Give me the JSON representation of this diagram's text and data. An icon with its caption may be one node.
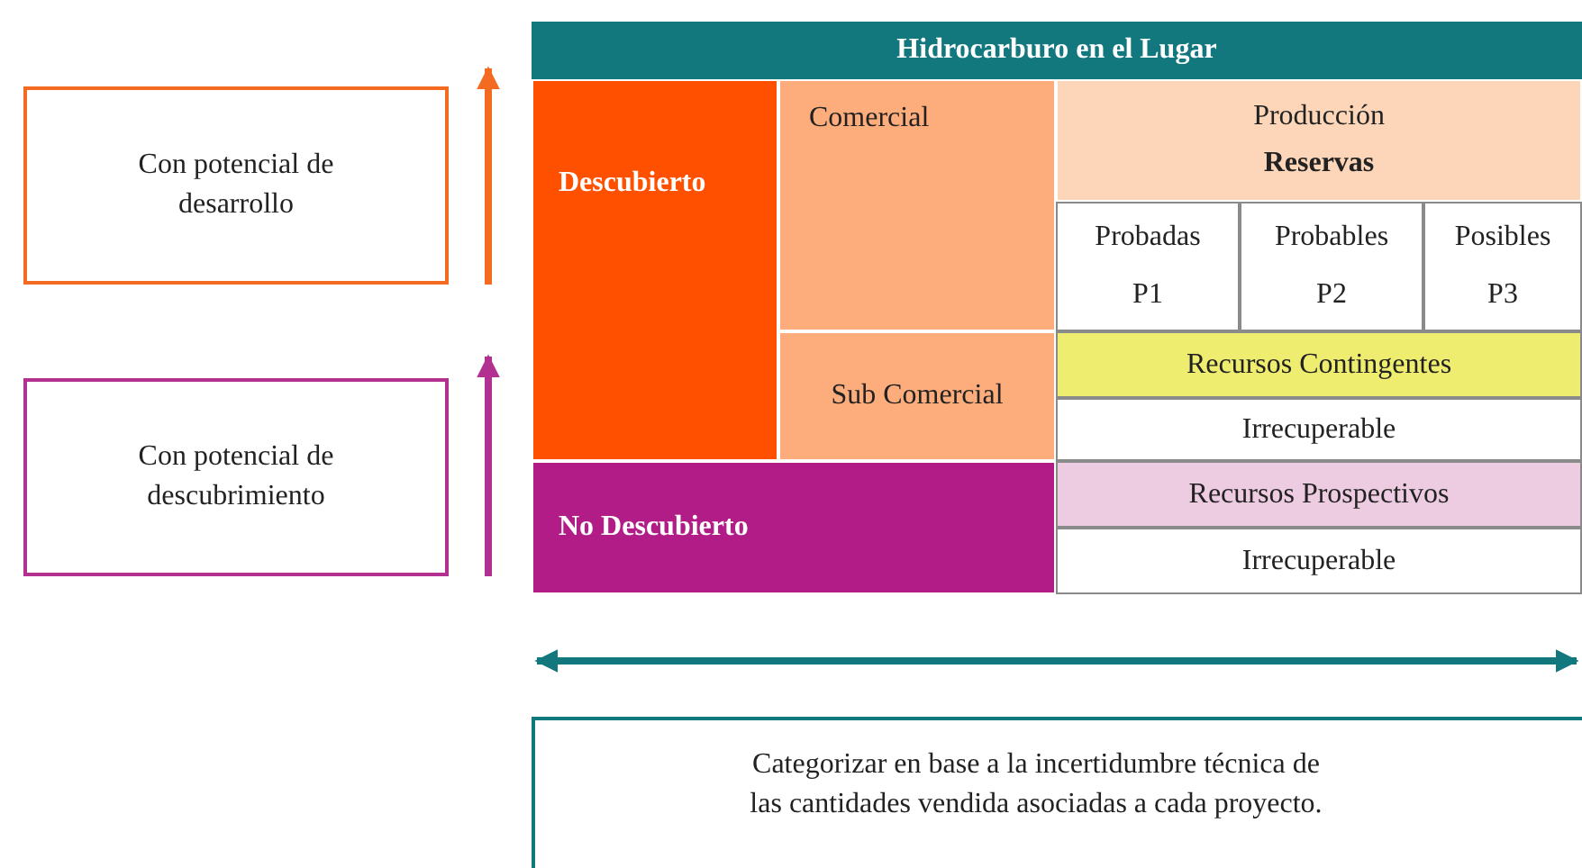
{
  "diagram": {
    "nodes": [
      {
        "text": [
          "Con potencial de desarrollo"
        ]
      },
      {
        "text": [
          "Con potencial de descubrimiento"
        ]
      },
      {
        "text": [
          "Hidrocarburo en el Lugar"
        ]
      },
      {
        "text": [
          "Descubierto"
        ]
      },
      {
        "text": [
          "Comercial"
        ]
      },
      {
        "text": [
          "Producción",
          "Reservas"
        ]
      },
      {
        "text": [
          "Probadas",
          "P1"
        ]
      },
      {
        "text": [
          "Probables",
          "P2"
        ]
      },
      {
        "text": [
          "Posibles",
          "P3"
        ]
      },
      {
        "text": [
          "Sub Comercial"
        ]
      },
      {
        "text": [
          "Recursos Contingentes"
        ]
      },
      {
        "text": [
          "Irrecuperable"
        ]
      },
      {
        "text": [
          "No Descubierto"
        ]
      },
      {
        "text": [
          "Recursos Prospectivos"
        ]
      },
      {
        "text": [
          "Irrecuperable"
        ]
      },
      {
        "text": [
          "Categorizar en base a la incertidumbre técnica de las cantidades vendida asociadas a cada proyecto."
        ]
      }
    ],
    "edges": []
  }
}
